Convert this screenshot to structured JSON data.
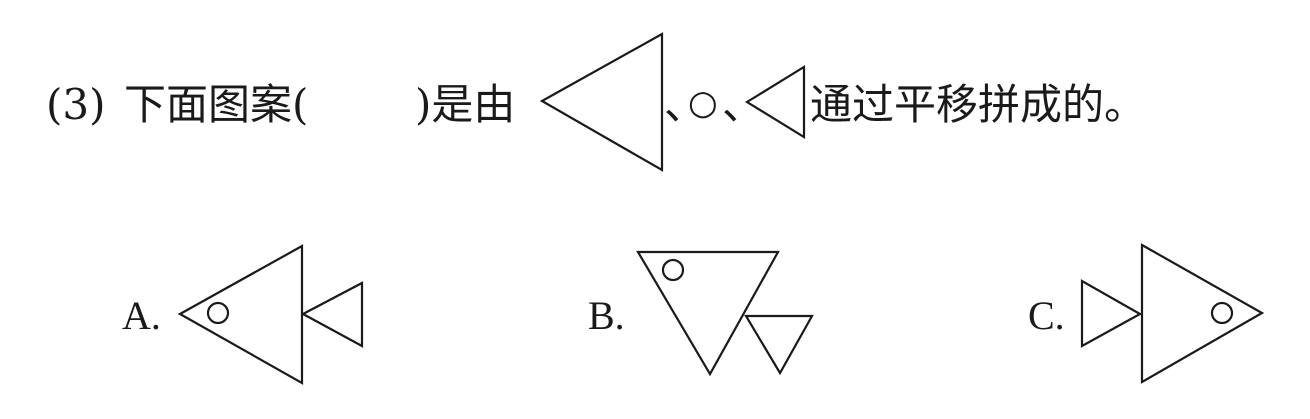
{
  "question": {
    "number": "(3)",
    "part1": "下面图案(",
    "part2": ")是由",
    "sep1": "、",
    "circle_glyph": "○",
    "sep2": "、",
    "part3": "通过平移拼成的。"
  },
  "options": [
    {
      "label": "A."
    },
    {
      "label": "B."
    },
    {
      "label": "C."
    }
  ]
}
